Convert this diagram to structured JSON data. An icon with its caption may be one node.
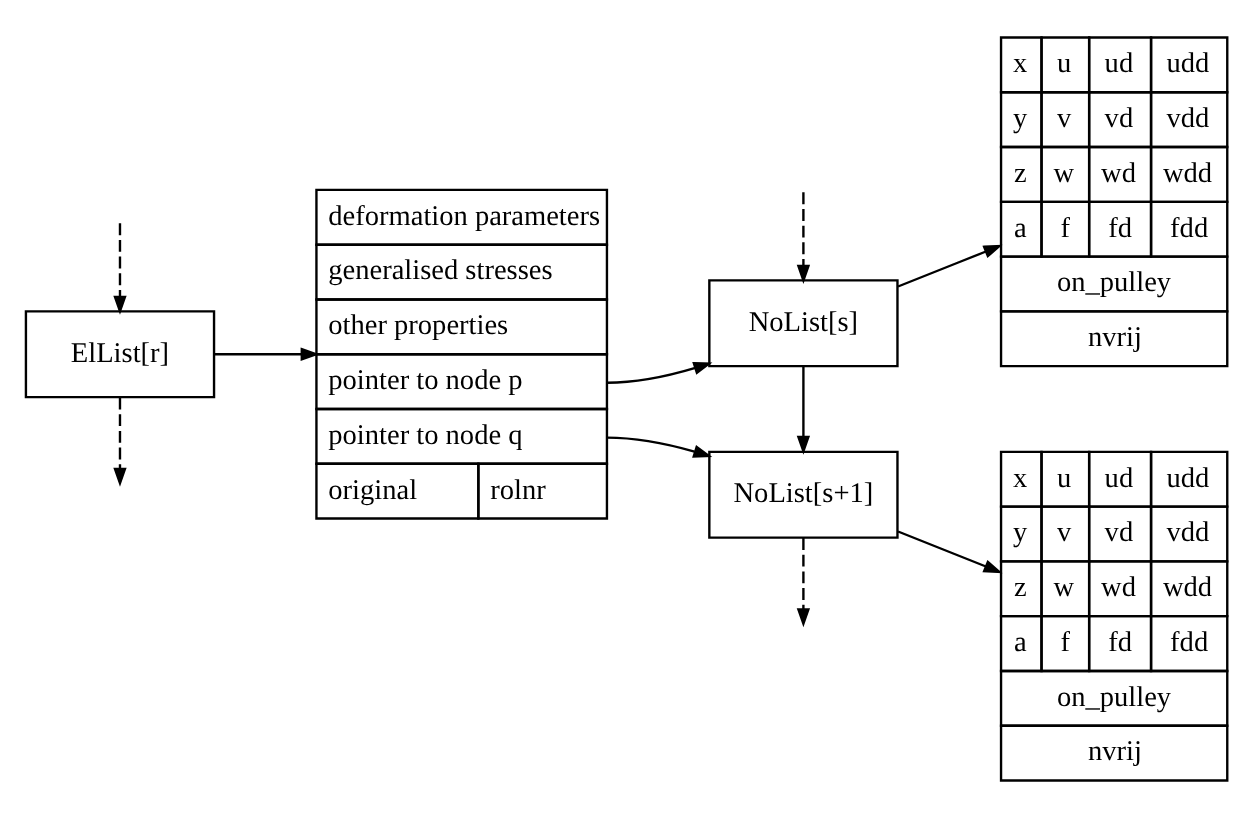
{
  "diagram": {
    "nodes": [
      {
        "text": [
          "ElList[r]"
        ]
      },
      {
        "text": [
          "deformation parameters",
          "generalised stresses",
          "other properties",
          "pointer to node p",
          "pointer to node q",
          "original",
          "rolnr"
        ]
      },
      {
        "text": [
          "NoList[s]"
        ]
      },
      {
        "text": [
          "x",
          "u",
          "ud",
          "udd",
          "y",
          "v",
          "vd",
          "vdd",
          "z",
          "w",
          "wd",
          "wdd",
          "a",
          "f",
          "fd",
          "fdd",
          "on_pulley",
          "nvrij"
        ]
      },
      {
        "text": [
          "NoList[s+1]"
        ]
      },
      {
        "text": [
          "x",
          "u",
          "ud",
          "udd",
          "y",
          "v",
          "vd",
          "vdd",
          "z",
          "w",
          "wd",
          "wdd",
          "a",
          "f",
          "fd",
          "fdd",
          "on_pulley",
          "nvrij"
        ]
      }
    ],
    "edges": [
      {
        "from": null,
        "to": 0,
        "arrow": "to",
        "style": "dashed"
      },
      {
        "from": 0,
        "to": null,
        "arrow": "to",
        "style": "dashed"
      },
      {
        "from": 0,
        "to": 1,
        "arrow": "to"
      },
      {
        "from": 1,
        "to": 2,
        "arrow": "to"
      },
      {
        "from": 1,
        "to": 4,
        "arrow": "to"
      },
      {
        "from": null,
        "to": 2,
        "arrow": "to",
        "style": "dashed"
      },
      {
        "from": 2,
        "to": 3,
        "arrow": "to"
      },
      {
        "from": 2,
        "to": 4,
        "arrow": "to"
      },
      {
        "from": 4,
        "to": 5,
        "arrow": "to"
      },
      {
        "from": 4,
        "to": null,
        "arrow": "to",
        "style": "dashed"
      }
    ]
  }
}
